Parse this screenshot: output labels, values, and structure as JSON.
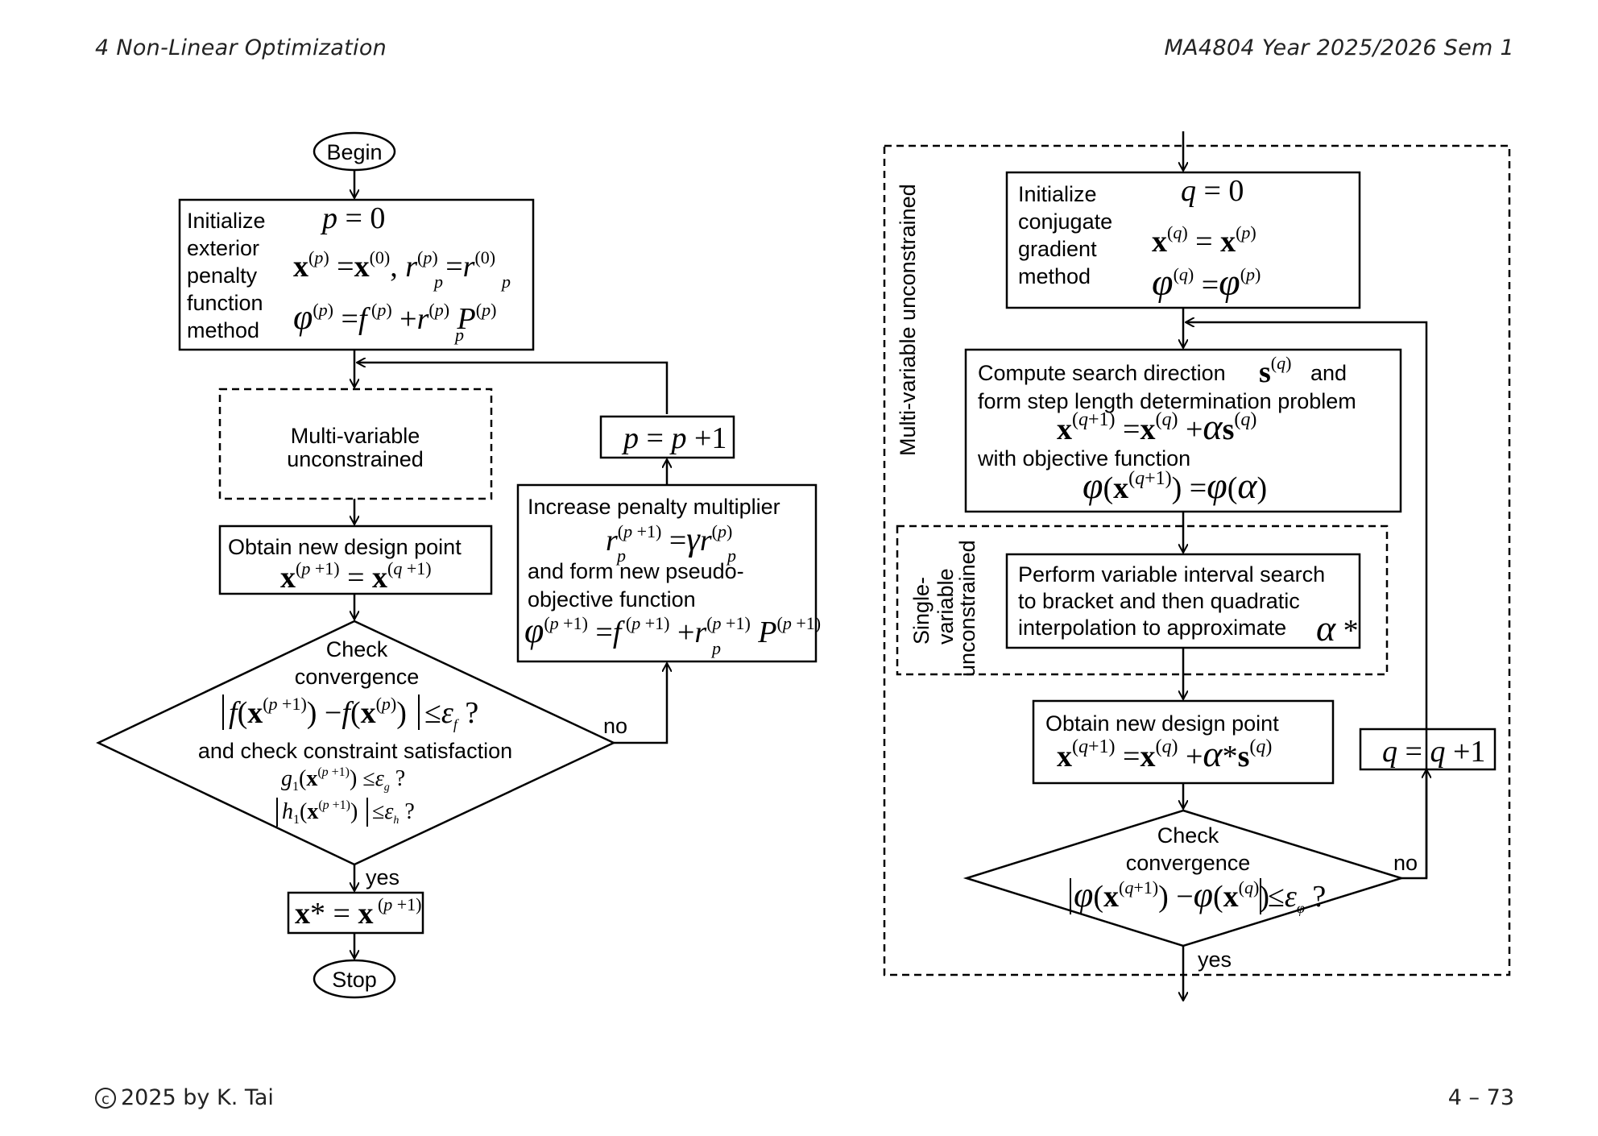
{
  "header": {
    "left": "4   Non-Linear Optimization",
    "right": "MA4804 Year 2025/2026 Sem 1"
  },
  "footer": {
    "copyright_symbol": "c",
    "left": "2025 by K. Tai",
    "right": "4 – 73"
  },
  "left_flow": {
    "begin": "Begin",
    "init_lines": [
      "Initialize",
      "exterior",
      "penalty",
      "function",
      "method"
    ],
    "multi_lines": [
      "Multi-variable",
      "unconstrained"
    ],
    "obtain": "Obtain new design point",
    "check_lines": [
      "Check",
      "convergence"
    ],
    "check_constraint": "and check constraint satisfaction",
    "no": "no",
    "yes": "yes",
    "increase_lines": [
      "Increase penalty multiplier",
      "and form new pseudo-",
      "objective function"
    ],
    "stop": "Stop"
  },
  "right_flow": {
    "outer_label": "Multi-variable unconstrained",
    "init_lines": [
      "Initialize",
      "conjugate",
      "gradient",
      "method"
    ],
    "compute_line1": "Compute search direction",
    "compute_and": "and",
    "compute_line2": "form step length determination problem",
    "compute_line3": "with objective function",
    "single_label_lines": [
      "Single-",
      "variable",
      "unconstrained"
    ],
    "perform_lines": [
      "Perform variable interval search",
      "to bracket and then quadratic",
      "interpolation to approximate"
    ],
    "obtain": "Obtain new design point",
    "check_lines": [
      "Check",
      "convergence"
    ],
    "no": "no",
    "yes": "yes"
  }
}
